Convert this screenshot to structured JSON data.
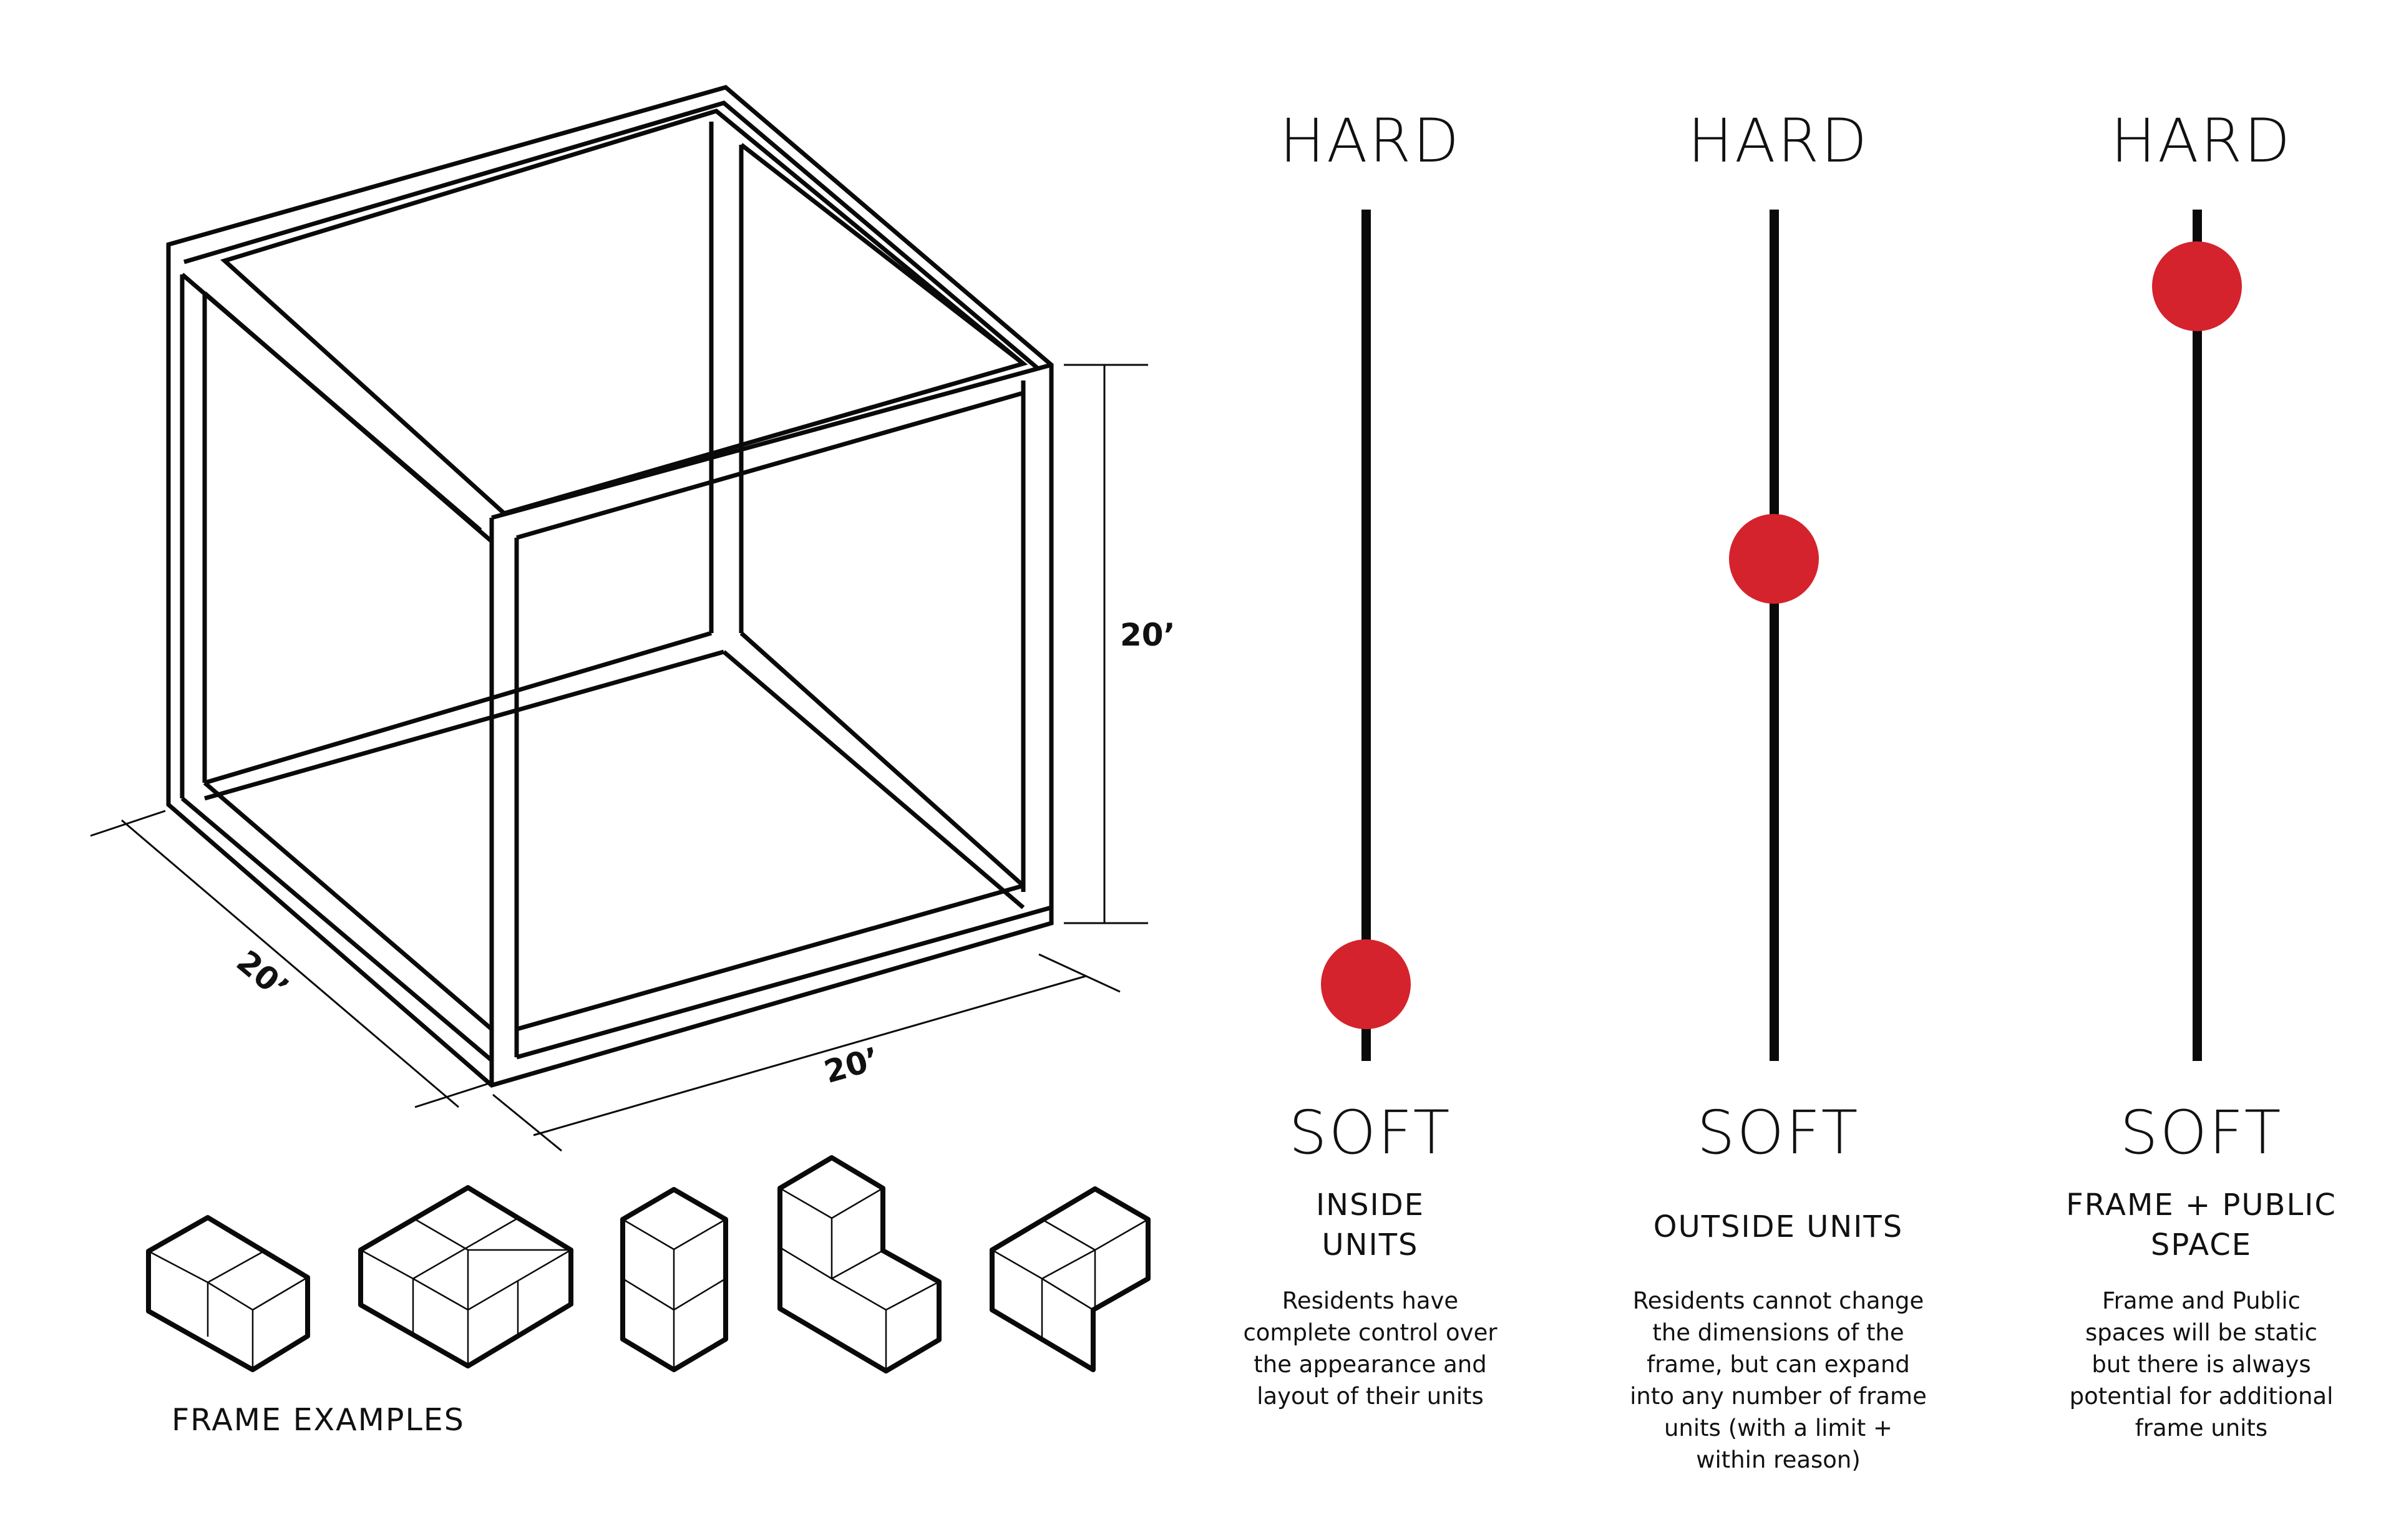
{
  "dimensions": {
    "height_label": "20’",
    "left_depth_label": "20’",
    "bottom_width_label": "20’"
  },
  "frame_examples_label": "FRAME EXAMPLES",
  "scales": [
    {
      "top_label": "HARD",
      "bottom_label": "SOFT",
      "title": [
        "INSIDE",
        "UNITS"
      ],
      "description": [
        "Residents have",
        "complete control over",
        "the appearance and",
        "layout of their units"
      ],
      "level_from_soft": 0.09
    },
    {
      "top_label": "HARD",
      "bottom_label": "SOFT",
      "title": [
        "OUTSIDE UNITS"
      ],
      "description": [
        "Residents cannot change",
        "the dimensions of the",
        "frame, but can expand",
        "into any number of frame",
        "units (with a limit +",
        "within reason)"
      ],
      "level_from_soft": 0.59
    },
    {
      "top_label": "HARD",
      "bottom_label": "SOFT",
      "title": [
        "FRAME + PUBLIC",
        "SPACE"
      ],
      "description": [
        "Frame and Public",
        "spaces will be static",
        "but there is always",
        "potential for additional",
        "frame units"
      ],
      "level_from_soft": 0.91
    }
  ],
  "colors": {
    "indicator": "#d4232c",
    "line": "#0a0a0a"
  }
}
